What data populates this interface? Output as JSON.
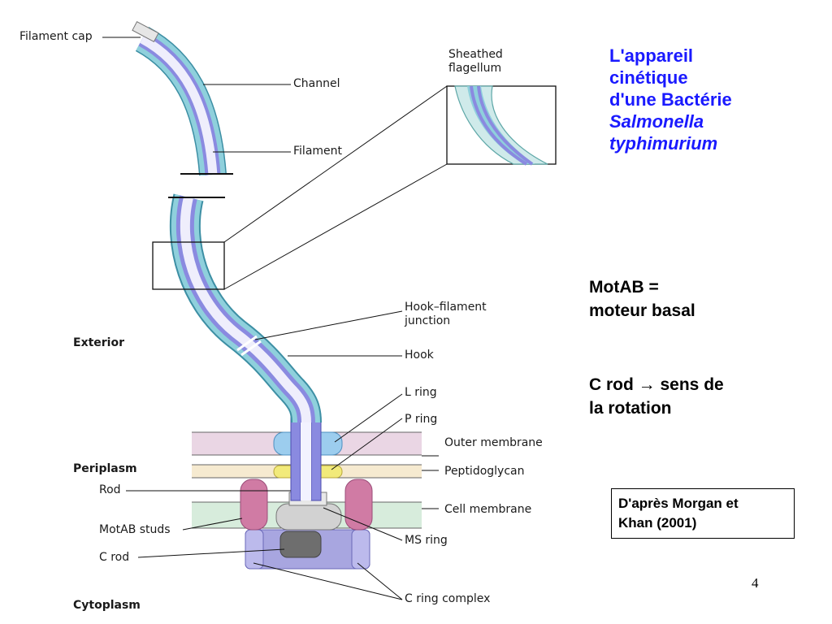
{
  "labels": {
    "filament_cap": "Filament cap",
    "channel": "Channel",
    "filament": "Filament",
    "sheathed_1": "Sheathed",
    "sheathed_2": "flagellum",
    "hook_junction_1": "Hook–filament",
    "hook_junction_2": "junction",
    "hook": "Hook",
    "l_ring": "L ring",
    "p_ring": "P ring",
    "outer_membrane": "Outer membrane",
    "peptidoglycan": "Peptidoglycan",
    "cell_membrane": "Cell membrane",
    "ms_ring": "MS ring",
    "c_ring_complex": "C ring complex",
    "rod": "Rod",
    "motab_studs": "MotAB studs",
    "c_rod": "C rod"
  },
  "regions": {
    "exterior": "Exterior",
    "periplasm": "Periplasm",
    "cytoplasm": "Cytoplasm"
  },
  "title": {
    "line1": "L'appareil",
    "line2": "cinétique",
    "line3": "d'une Bactérie",
    "line4": "Salmonella",
    "line5": "typhimurium"
  },
  "notes": {
    "motab_1": "MotAB =",
    "motab_2": "moteur basal",
    "crod_1": "C rod → sens de",
    "crod_2": "la rotation"
  },
  "reference": {
    "line1": "D'après Morgan et",
    "line2": "Khan (2001)"
  },
  "page_number": "4",
  "colors": {
    "title": "#1a1aff",
    "sheath": "#8fd0dc",
    "channel_line": "#8a8ae0",
    "outer_membrane_band": "#ead6e4",
    "peptidoglycan_band": "#f6ead0",
    "cell_membrane_band": "#d7ecdc",
    "motab_studs": "#d07ba4",
    "c_ring": "#a8a6e0",
    "c_rod": "#6e6e6e"
  }
}
